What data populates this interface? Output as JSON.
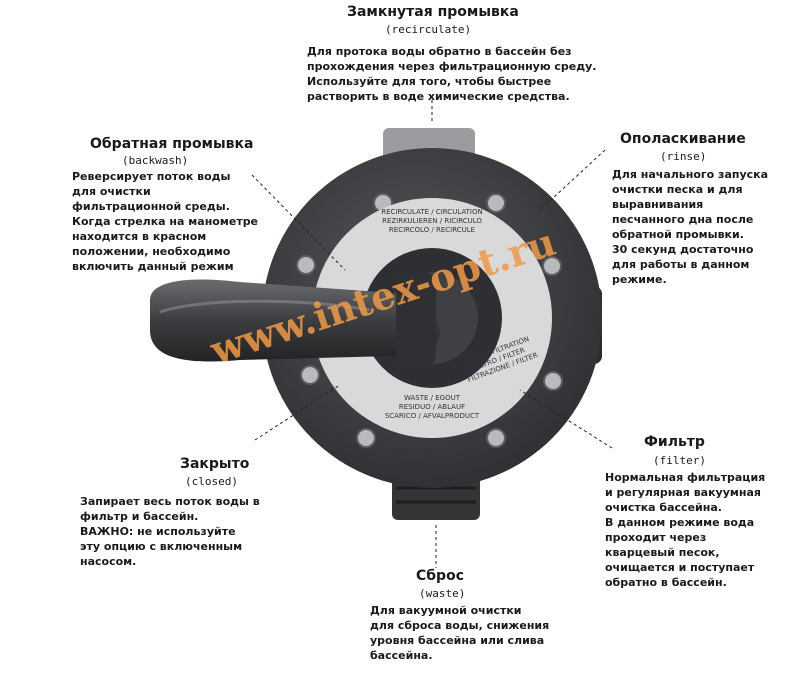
{
  "watermark": "www.intex-opt.ru",
  "recirculate": {
    "title": "Замкнутая промывка",
    "en": "(recirculate)",
    "lines": [
      "Для протока воды обратно в бассейн без",
      "прохождения через фильтрационную среду.",
      "Используйте для того, чтобы быстрее",
      "растворить в воде химические средства."
    ]
  },
  "backwash": {
    "title": "Обратная промывка",
    "en": "(backwash)",
    "lines": [
      "Реверсирует поток воды",
      "для очистки",
      "фильтрационной среды.",
      "Когда стрелка на манометре",
      "находится в красном",
      "положении, необходимо",
      "включить данный режим"
    ]
  },
  "rinse": {
    "title": "Ополаскивание",
    "en": "(rinse)",
    "lines": [
      "Для начального запуска",
      "очистки песка и для",
      "выравнивания",
      "песчанного дна после",
      "обратной промывки.",
      "30 секунд достаточно",
      "для работы в данном",
      "режиме."
    ]
  },
  "filter": {
    "title": "Фильтр",
    "en": "(filter)",
    "lines": [
      "Нормальная фильтрация",
      "и регулярная вакуумная",
      "очистка бассейна.",
      "В данном режиме вода",
      "проходит через",
      "кварцевый песок,",
      "очищается и поступает",
      "обратно в бассейн."
    ]
  },
  "closed": {
    "title": "Закрыто",
    "en": "(closed)",
    "lines": [
      "Запирает весь поток воды в",
      "фильтр и бассейн.",
      "ВАЖНО: не используйте",
      "эту опцию с включенным",
      "насосом."
    ]
  },
  "waste": {
    "title": "Сброс",
    "en": "(waste)",
    "lines": [
      "Для вакуумной очистки",
      "для сброса воды, снижения",
      "уровня бассейна или слива",
      "бассейна."
    ]
  },
  "dial": {
    "recirc": [
      "RECIRCULATE / CIRCULATION",
      "REZIRKULIEREN / RICIRCULO",
      "RECIRCOLO / RECIRCULE"
    ],
    "waste": [
      "WASTE / EGOUT",
      "RESIDUO / ABLAUF",
      "SCARICO / AFVALPRODUCT"
    ],
    "filter": [
      "FILTER / FILTRATION",
      "FILTRO / FILTER",
      "FILTRAZIONE / FILTER"
    ]
  },
  "colors": {
    "valve": "#3a3a3c",
    "dial": "#d9d9d9",
    "watermark": "#f19a46"
  }
}
